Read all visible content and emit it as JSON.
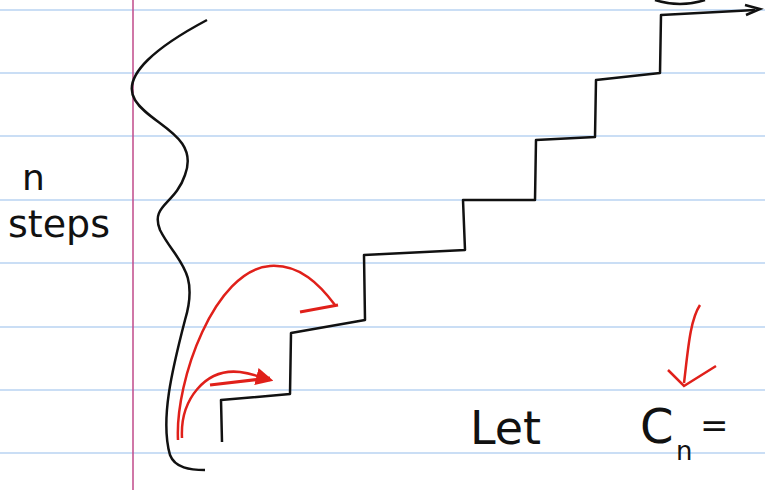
{
  "diagram": {
    "labels": [
      "n",
      "steps",
      "Let",
      "C",
      "n",
      "="
    ]
  }
}
